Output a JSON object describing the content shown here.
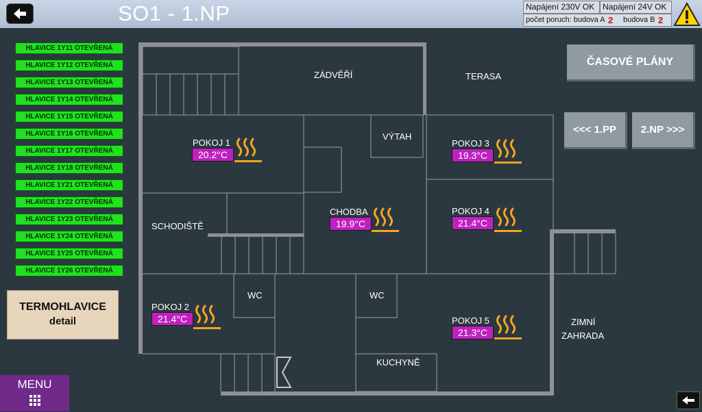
{
  "header": {
    "title": "SO1 - 1.NP",
    "status": {
      "power_230": "Napájení 230V OK",
      "power_24": "Napájení 24V OK",
      "faults_label": "počet poruch: budova A",
      "faults_a": "2",
      "building_b_label": "budova B",
      "faults_b": "2"
    },
    "warning_icon": "warning-triangle-icon"
  },
  "valve_list": [
    "HLAVICE 1Y11 OTEVŘENÁ",
    "HLAVICE 1Y12 OTEVŘENÁ",
    "HLAVICE 1Y13 OTEVŘENÁ",
    "HLAVICE 1Y14 OTEVŘENÁ",
    "HLAVICE 1Y15 OTEVŘENÁ",
    "HLAVICE 1Y16 OTEVŘENÁ",
    "HLAVICE 1Y17 OTEVŘENÁ",
    "HLAVICE 1Y18 OTEVŘENÁ",
    "HLAVICE 1Y21 OTEVŘENÁ",
    "HLAVICE 1Y22 OTEVŘENÁ",
    "HLAVICE 1Y23 OTEVŘENÁ",
    "HLAVICE 1Y24 OTEVŘENÁ",
    "HLAVICE 1Y25 OTEVŘENÁ",
    "HLAVICE 1Y26 OTEVŘENÁ"
  ],
  "buttons": {
    "termo_line1": "TERMOHLAVICE",
    "termo_line2": "detail",
    "menu": "MENU",
    "schedules": "ČASOVÉ PLÁNY",
    "prev_floor": "<<< 1.PP",
    "next_floor": "2.NP >>>"
  },
  "rooms": {
    "zadveri": "ZÁDVĚŘÍ",
    "terasa": "TERASA",
    "vytah": "VÝTAH",
    "schodiste": "SCHODIŠTĚ",
    "wc1": "WC",
    "wc2": "WC",
    "kuchyne": "KUCHYNĚ",
    "zimni_line1": "ZIMNÍ",
    "zimni_line2": "ZAHRADA",
    "pokoj1": {
      "name": "POKOJ 1",
      "temp": "20.2°C"
    },
    "pokoj2": {
      "name": "POKOJ 2",
      "temp": "21.4°C"
    },
    "pokoj3": {
      "name": "POKOJ 3",
      "temp": "19.3°C"
    },
    "pokoj4": {
      "name": "POKOJ 4",
      "temp": "21.4°C"
    },
    "pokoj5": {
      "name": "POKOJ 5",
      "temp": "21.3°C"
    },
    "chodba": {
      "name": "CHODBA",
      "temp": "19.9°C"
    }
  },
  "colors": {
    "background": "#2c3840",
    "valve_open": "#20e020",
    "temperature_box": "#c020c0",
    "heating_icon": "#f5a623",
    "menu": "#6f2a8a"
  }
}
